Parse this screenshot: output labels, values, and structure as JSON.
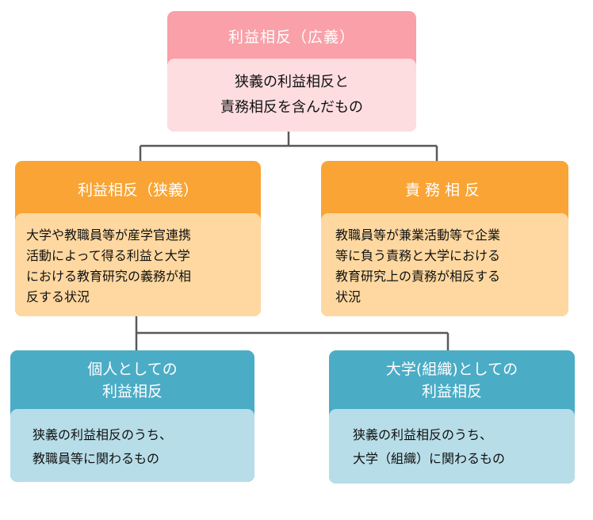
{
  "diagram": {
    "top": {
      "title": "利益相反（広義）",
      "lines": [
        "狭義の利益相反と",
        "責務相反を含んだもの"
      ]
    },
    "narrow": {
      "title": "利益相反（狭義）",
      "lines": [
        "大学や教職員等が産学官連携",
        "活動によって得る利益と大学",
        "における教育研究の義務が相",
        "反する状況"
      ]
    },
    "duty": {
      "title": "責務相反",
      "lines": [
        "教職員等が兼業活動等で企業",
        "等に負う責務と大学における",
        "教育研究上の責務が相反する",
        "状況"
      ]
    },
    "individual": {
      "title_lines": [
        "個人としての",
        "利益相反"
      ],
      "lines": [
        "狭義の利益相反のうち、",
        "教職員等に関わるもの"
      ]
    },
    "organization": {
      "title_lines": [
        "大学(組織)としての",
        "利益相反"
      ],
      "lines": [
        "狭義の利益相反のうち、",
        "大学（組織）に関わるもの"
      ]
    }
  },
  "colors": {
    "top_header": "#f9a0a8",
    "top_body": "#fddde0",
    "middle_header": "#f9a434",
    "middle_body": "#fed8a0",
    "bottom_header": "#4bacc6",
    "bottom_body": "#b7dde8",
    "connector": "#595959"
  }
}
